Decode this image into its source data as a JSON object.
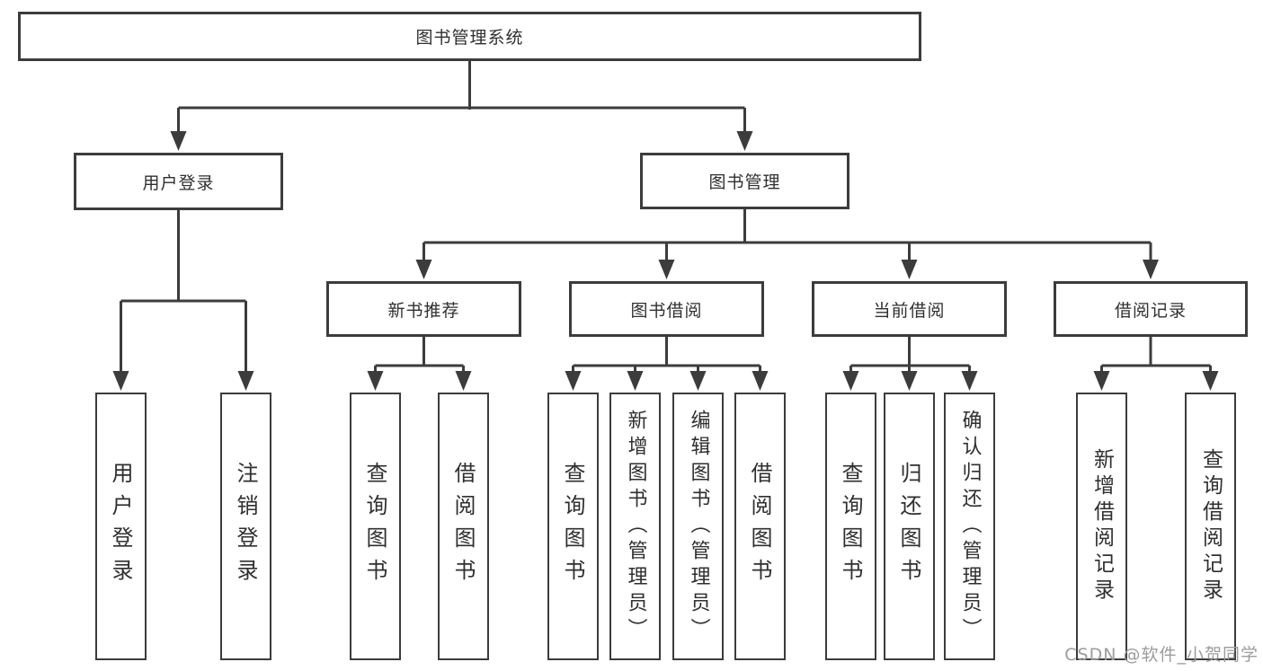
{
  "diagram": {
    "root": {
      "label": "图书管理系统"
    },
    "level2": {
      "user_login": {
        "label": "用户登录"
      },
      "book_mgmt": {
        "label": "图书管理"
      }
    },
    "level3": {
      "new_book_rec": {
        "label": "新书推荐"
      },
      "book_borrow": {
        "label": "图书借阅"
      },
      "current_borrow": {
        "label": "当前借阅"
      },
      "borrow_records": {
        "label": "借阅记录"
      }
    },
    "leaves": {
      "user_login_v": {
        "label": "用户登录"
      },
      "logout": {
        "label": "注销登录"
      },
      "query_book_1": {
        "label": "查询图书"
      },
      "borrow_book_1": {
        "label": "借阅图书"
      },
      "query_book_2": {
        "label": "查询图书"
      },
      "add_book_admin": {
        "label": "新增图书（管理员）"
      },
      "edit_book_admin": {
        "label": "编辑图书（管理员）"
      },
      "borrow_book_2": {
        "label": "借阅图书"
      },
      "query_book_3": {
        "label": "查询图书"
      },
      "return_book": {
        "label": "归还图书"
      },
      "confirm_return_admin": {
        "label": "确认归还（管理员）"
      },
      "add_borrow_record": {
        "label": "新增借阅记录"
      },
      "query_borrow_record": {
        "label": "查询借阅记录"
      }
    }
  },
  "watermark": {
    "text": "CSDN @软件_小贺同学"
  },
  "colors": {
    "line": "#3c3c3c",
    "box_border": "#3c3c3c",
    "text": "#2f2f2f",
    "box_fill": "#ffffff",
    "background": "#ffffff",
    "watermark": "#9c9c9c"
  }
}
